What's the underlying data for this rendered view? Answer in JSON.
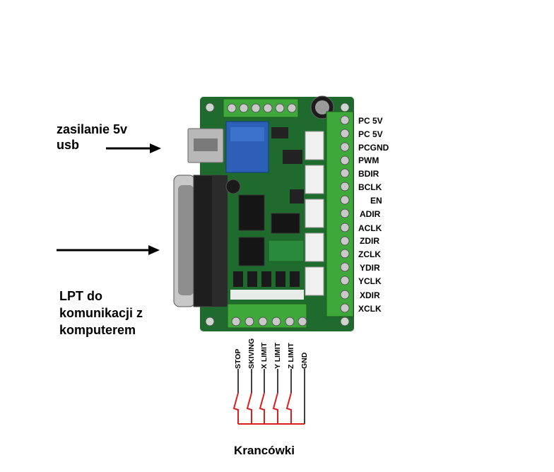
{
  "labels": {
    "power_line1": "zasilanie 5v",
    "power_line2": "usb",
    "lpt_line1": "LPT do",
    "lpt_line2": "komunikacji z",
    "lpt_line3": "komputerem",
    "switches_title": "Krancówki"
  },
  "right_pins": [
    "PC 5V",
    "PC 5V",
    "PCGND",
    "PWM",
    "BDIR",
    "BCLK",
    "EN",
    "ADIR",
    "ACLK",
    "ZDIR",
    "ZCLK",
    "YDIR",
    "YCLK",
    "XDIR",
    "XCLK"
  ],
  "limit_inputs": [
    "STOP",
    "SKIVING",
    "X LIMIT",
    "Y LIMIT",
    "Z LIMIT",
    "GND"
  ],
  "colors": {
    "board": "#1f6b2e",
    "terminal": "#3ea83a",
    "switch_wire": "#d81f1f",
    "relay": "#2c5fb8"
  }
}
